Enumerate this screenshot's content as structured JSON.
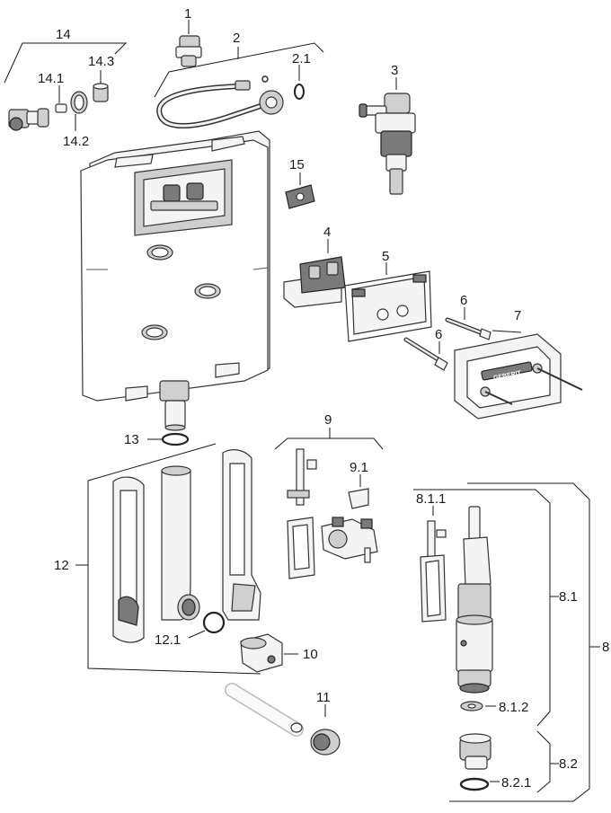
{
  "labels": {
    "l1": "1",
    "l2": "2",
    "l2_1": "2.1",
    "l3": "3",
    "l4": "4",
    "l5": "5",
    "l6a": "6",
    "l6b": "6",
    "l7": "7",
    "l8": "8",
    "l8_1": "8.1",
    "l8_1_1": "8.1.1",
    "l8_1_2": "8.1.2",
    "l8_2": "8.2",
    "l8_2_1": "8.2.1",
    "l9": "9",
    "l9_1": "9.1",
    "l10": "10",
    "l11": "11",
    "l12": "12",
    "l12_1": "12.1",
    "l13": "13",
    "l14": "14",
    "l14_1": "14.1",
    "l14_2": "14.2",
    "l14_3": "14.3",
    "l15": "15"
  },
  "brand_plate_text": "GEBERIT"
}
